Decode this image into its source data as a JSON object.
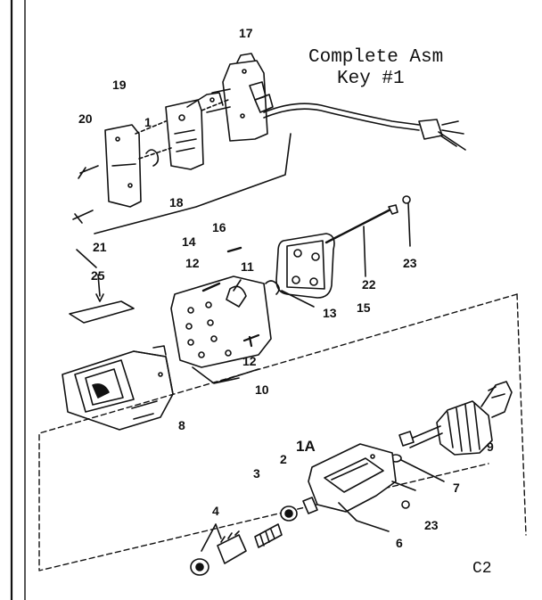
{
  "title": {
    "line1": "Complete Asm",
    "line2": "Key #1"
  },
  "sheet_code": "C2",
  "callouts": [
    {
      "id": "17",
      "text": "17"
    },
    {
      "id": "19",
      "text": "19"
    },
    {
      "id": "20",
      "text": "20"
    },
    {
      "id": "1",
      "text": "1"
    },
    {
      "id": "18",
      "text": "18"
    },
    {
      "id": "16",
      "text": "16"
    },
    {
      "id": "21",
      "text": "21"
    },
    {
      "id": "14",
      "text": "14"
    },
    {
      "id": "12a",
      "text": "12"
    },
    {
      "id": "11",
      "text": "11"
    },
    {
      "id": "25",
      "text": "25"
    },
    {
      "id": "22",
      "text": "22"
    },
    {
      "id": "23a",
      "text": "23"
    },
    {
      "id": "13",
      "text": "13"
    },
    {
      "id": "15",
      "text": "15"
    },
    {
      "id": "12b",
      "text": "12"
    },
    {
      "id": "10",
      "text": "10"
    },
    {
      "id": "8",
      "text": "8"
    },
    {
      "id": "9",
      "text": "9"
    },
    {
      "id": "1A",
      "text": "1A"
    },
    {
      "id": "2",
      "text": "2"
    },
    {
      "id": "3",
      "text": "3"
    },
    {
      "id": "7",
      "text": "7"
    },
    {
      "id": "4",
      "text": "4"
    },
    {
      "id": "23b",
      "text": "23"
    },
    {
      "id": "6",
      "text": "6"
    }
  ],
  "colors": {
    "ink": "#111111",
    "paper": "#ffffff"
  }
}
